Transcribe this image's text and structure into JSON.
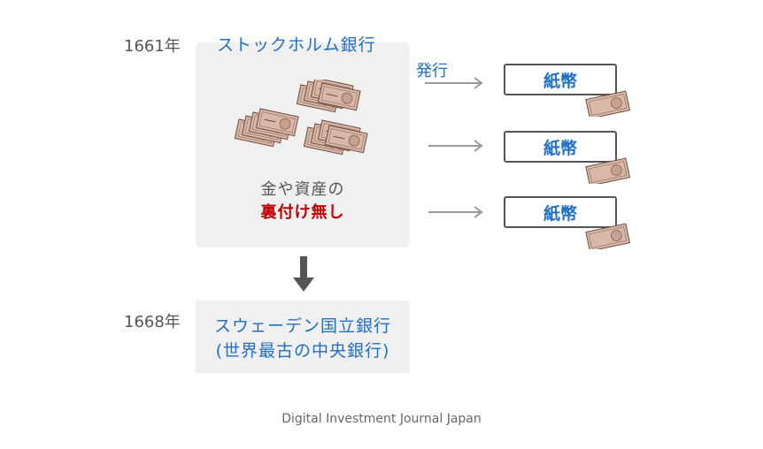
{
  "diagram": {
    "year_1661": "1661年",
    "stockholm_bank": "ストックホルム銀行",
    "issue_label": "発行",
    "caption_line1": "金や資産の",
    "caption_line2": "裏付け無し",
    "notes": [
      {
        "label": "紙幣"
      },
      {
        "label": "紙幣"
      },
      {
        "label": "紙幣"
      }
    ],
    "year_1668": "1668年",
    "swedish_bank_line1": "スウェーデン国立銀行",
    "swedish_bank_line2": "(世界最古の中央銀行)",
    "footer": "Digital Investment Journal Japan"
  },
  "colors": {
    "accent_blue": "#1f6fc7",
    "warning_red": "#c00000",
    "box_gray": "#f0f0f0",
    "banknote": "#d9b8a8"
  },
  "icons": [
    "banknote-stack-icon",
    "arrow-right-icon",
    "arrow-down-icon"
  ]
}
